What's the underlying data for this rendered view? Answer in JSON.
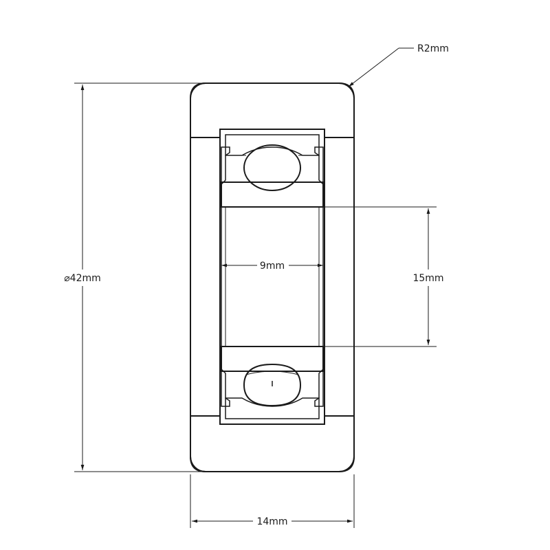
{
  "drawing": {
    "radius_label": "R2mm",
    "outer_diameter_label": "⌀42mm",
    "bore_label": "9mm",
    "inner_height_label": "15mm",
    "width_label": "14mm"
  },
  "colors": {
    "line": "#1a1a1a",
    "background": "#ffffff"
  }
}
